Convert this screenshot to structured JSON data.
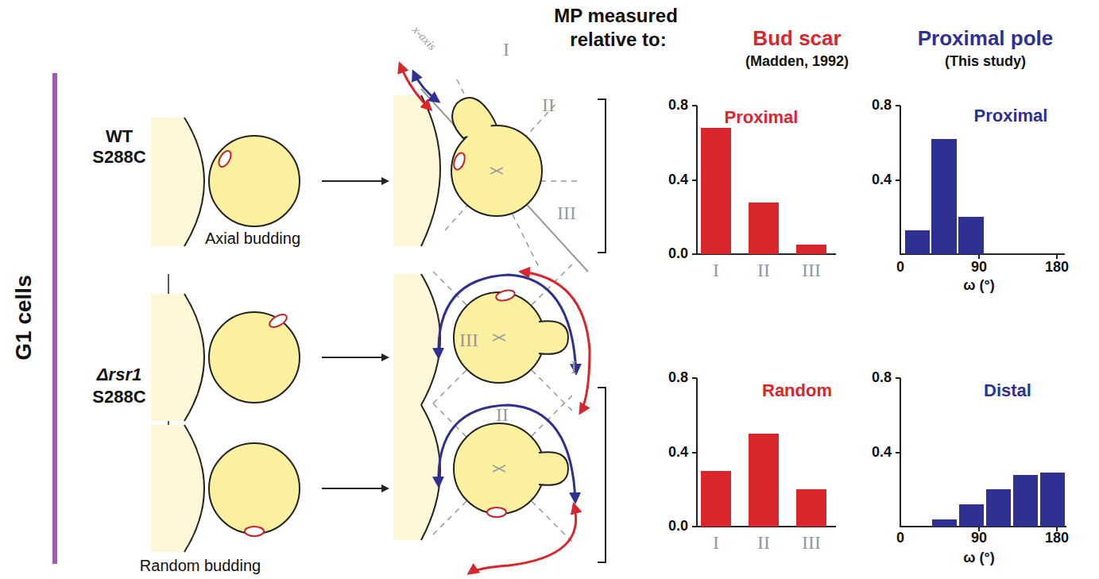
{
  "diagram": {
    "labels": [
      "MP measured",
      "relative to:",
      "Bud scar",
      "(Madden, 1992)",
      "Proximal pole",
      "(This study)",
      "G1 cells",
      "WT",
      "S288C",
      "Axial budding",
      "x-axis",
      "I",
      "II",
      "III",
      "Δrsr1",
      "S288C",
      "III",
      "I",
      "II",
      "Random budding",
      "0.8",
      "0.4",
      "0.0",
      "Proximal",
      "I",
      "II",
      "III",
      "0.8",
      "0.4",
      "0",
      "90",
      "180",
      "ω (°)",
      "Proximal",
      "0.8",
      "0.4",
      "0.0",
      "Random",
      "I",
      "II",
      "III",
      "0.8",
      "0.4",
      "0",
      "90",
      "180",
      "ω (°)",
      "Distal"
    ]
  }
}
